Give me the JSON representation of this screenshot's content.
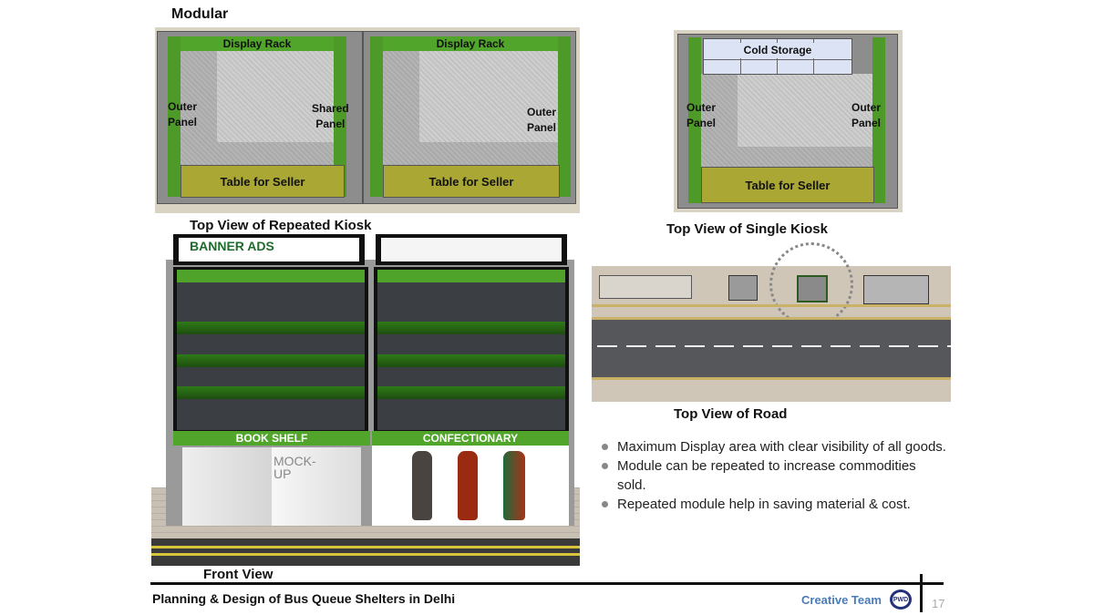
{
  "slide": {
    "title": "Modular",
    "page_number": "17"
  },
  "repeated_kiosk": {
    "caption": "Top View of Repeated Kiosk",
    "modules": [
      {
        "rack": "Display Rack",
        "left_label": "Outer\nPanel",
        "right_label": "Shared\nPanel",
        "table": "Table for Seller"
      },
      {
        "rack": "Display Rack",
        "right_label": "Outer\nPanel",
        "table": "Table for Seller"
      }
    ]
  },
  "single_kiosk": {
    "caption": "Top View of Single Kiosk",
    "storage": "Cold Storage",
    "left_label": "Outer\nPanel",
    "right_label": "Outer\nPanel",
    "table": "Table for Seller"
  },
  "front_view": {
    "caption": "Front View",
    "banner": "BANNER ADS",
    "left_section": "BOOK SHELF",
    "right_section": "CONFECTIONARY",
    "mockup": "MOCK-\nUP"
  },
  "road": {
    "caption": "Top View of Road"
  },
  "bullets": [
    "Maximum Display area with clear visibility of all goods.",
    "Module can be repeated to increase commodities sold.",
    "Repeated module help in saving material & cost."
  ],
  "footer": {
    "title": "Planning & Design of Bus Queue Shelters in Delhi",
    "team": "Creative Team",
    "logo_text": "PWD"
  },
  "colors": {
    "green": "#4e9a28",
    "table": "#aaa735",
    "team_blue": "#4a7bb7"
  }
}
